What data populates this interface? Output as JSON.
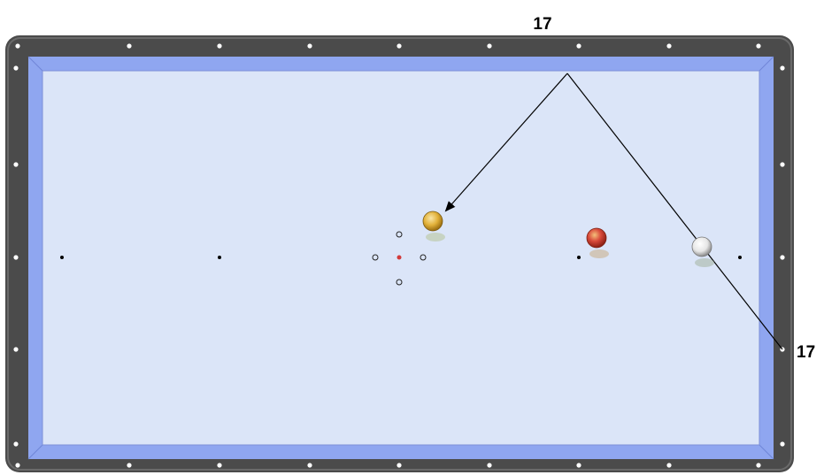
{
  "labels": {
    "top_diamond": "17",
    "right_diamond": "17"
  },
  "balls": [
    {
      "name": "yellow-ball",
      "color": "#e2b13a",
      "highlight": "#f7df8f"
    },
    {
      "name": "red-ball",
      "color": "#d8493a",
      "highlight": "#f0b070"
    },
    {
      "name": "white-cue-ball",
      "color": "#e8e8e8",
      "highlight": "#ffffff"
    }
  ],
  "colors": {
    "rail": "#4b4b4b",
    "cushion": "#8fa6f0",
    "cloth": "#dbe5f8",
    "diamond": "#ffffff",
    "center_spot": "#d23a3a",
    "path": "#000000"
  }
}
